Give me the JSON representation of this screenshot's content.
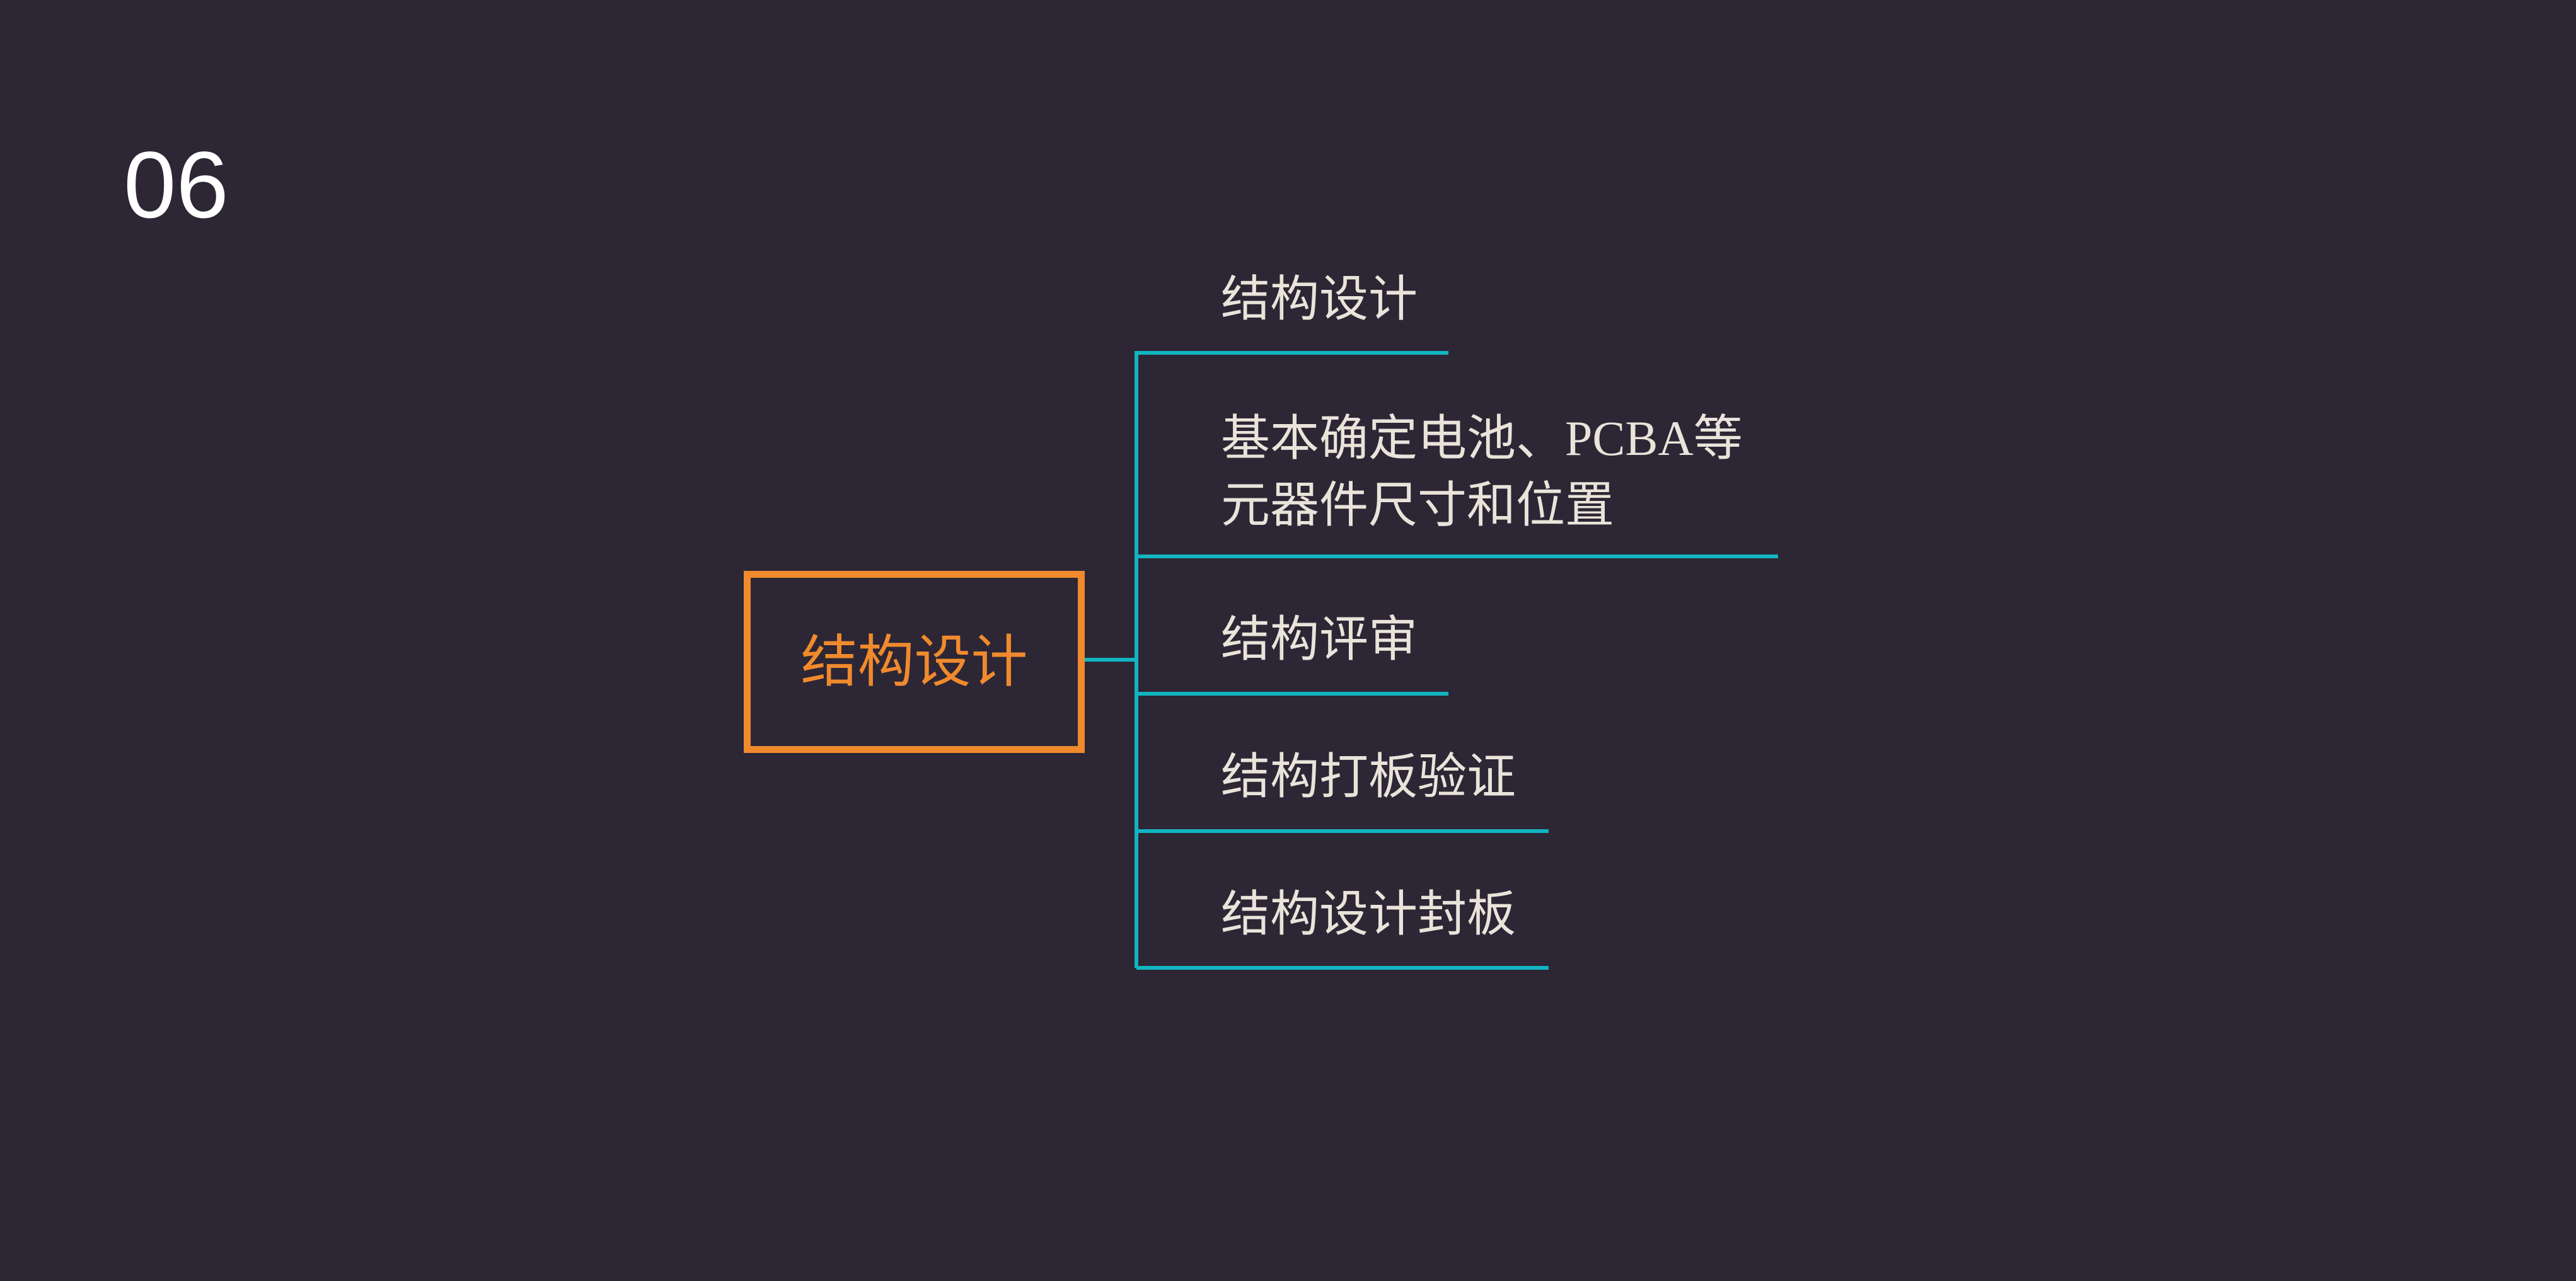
{
  "slide": {
    "number": "06"
  },
  "mindmap": {
    "root": {
      "label": "结构设计"
    },
    "branches": [
      {
        "label": "结构设计"
      },
      {
        "label_line1_part1": "基本确定电池、",
        "label_line1_part2": "PCBA",
        "label_line1_part3": "等",
        "label_line2": "元器件尺寸和位置"
      },
      {
        "label": "结构评审"
      },
      {
        "label": "结构打板验证"
      },
      {
        "label": "结构设计封板"
      }
    ]
  },
  "colors": {
    "background": "#2d2635",
    "root_border": "#f08a2d",
    "root_text": "#f08a2d",
    "connector": "#11b5c2",
    "branch_text": "#e9e4da",
    "number_text": "#ffffff"
  }
}
